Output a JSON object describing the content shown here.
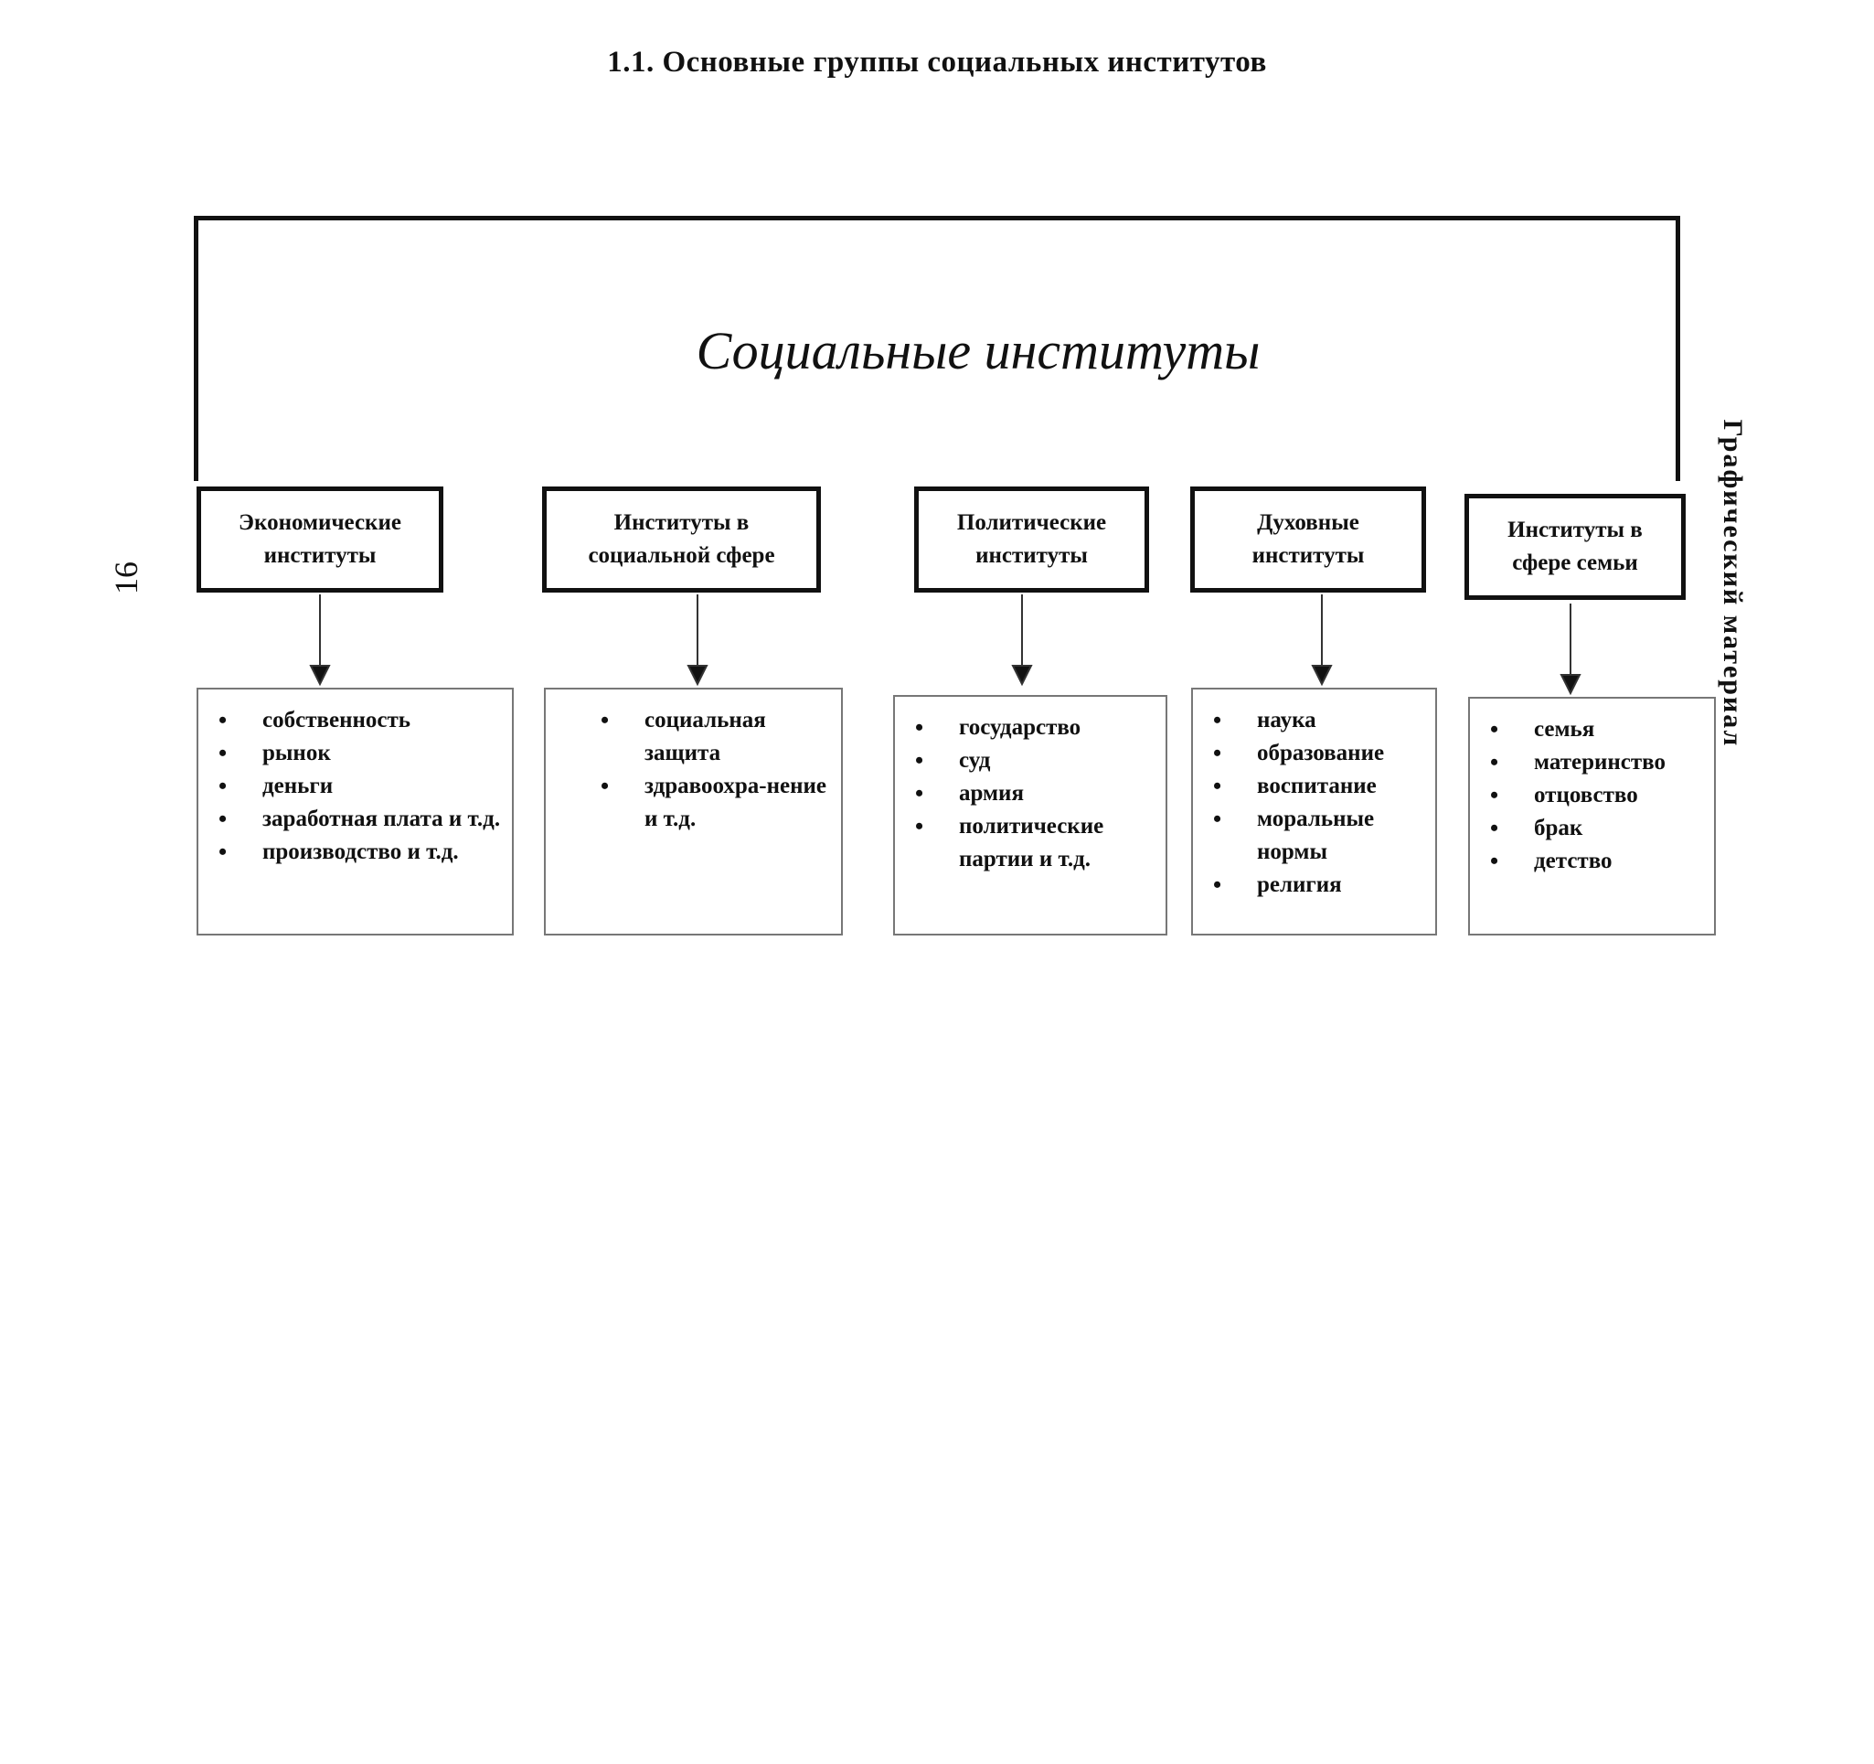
{
  "heading": "1.1. Основные группы социальных институтов",
  "page_number": "16",
  "side_label": "Графический материал",
  "root": {
    "title": "Социальные институты"
  },
  "categories": [
    {
      "title": "Экономические\nинституты",
      "items": [
        "собственность",
        "рынок",
        "деньги",
        "заработная плата и т.д.",
        "производство и т.д."
      ]
    },
    {
      "title": "Институты в\nсоциальной сфере",
      "items": [
        "социальная защита",
        "здравоохра-нение и т.д."
      ]
    },
    {
      "title": "Политические\nинституты",
      "items": [
        "государство",
        "суд",
        "армия",
        "политические партии и т.д."
      ]
    },
    {
      "title": "Духовные\nинституты",
      "items": [
        "наука",
        "образование",
        "воспитание",
        "моральные нормы",
        "религия"
      ]
    },
    {
      "title": "Институты в\nсфере семьи",
      "items": [
        "семья",
        "материнство",
        "отцовство",
        "брак",
        "детство"
      ]
    }
  ]
}
